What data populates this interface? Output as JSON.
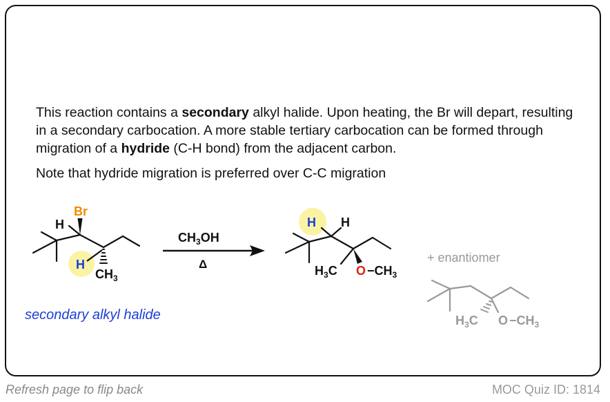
{
  "paragraph": {
    "s1": "This reaction contains a ",
    "b1": "secondary",
    "s2": " alkyl halide. Upon heating, the Br will depart, resulting in a secondary carbocation. A more stable tertiary carbocation can be formed through migration of a ",
    "b2": "hydride",
    "s3": " (C-H bond) from the adjacent carbon."
  },
  "note": "Note that hydride migration is preferred over C-C migration",
  "reactant": {
    "h_top": "H",
    "br": "Br",
    "h_migrating": "H",
    "ch3": "CH",
    "ch3_sub": "3",
    "label": "secondary alkyl halide"
  },
  "arrow": {
    "reagent": "CH",
    "reagent_sub": "3",
    "reagent_tail": "OH",
    "condition": "Δ"
  },
  "product": {
    "h_circled": "H",
    "h_right": "H",
    "h3c_h": "H",
    "h3c_sub": "3",
    "h3c_c": "C",
    "o": "O",
    "och3": "−CH",
    "och3_sub": "3"
  },
  "enantiomer": {
    "label": "+  enantiomer",
    "h3c_h": "H",
    "h3c_sub": "3",
    "h3c_c": "C",
    "o": "O",
    "och3": "−CH",
    "och3_sub": "3"
  },
  "footer": {
    "left": "Refresh page to flip back",
    "right": "MOC Quiz ID: 1814"
  },
  "colors": {
    "bromine": "#f08c00",
    "hydrogen_highlight": "#1a3fd6",
    "oxygen": "#e02010",
    "halo": "#fbf3a4",
    "faded": "#999999"
  }
}
